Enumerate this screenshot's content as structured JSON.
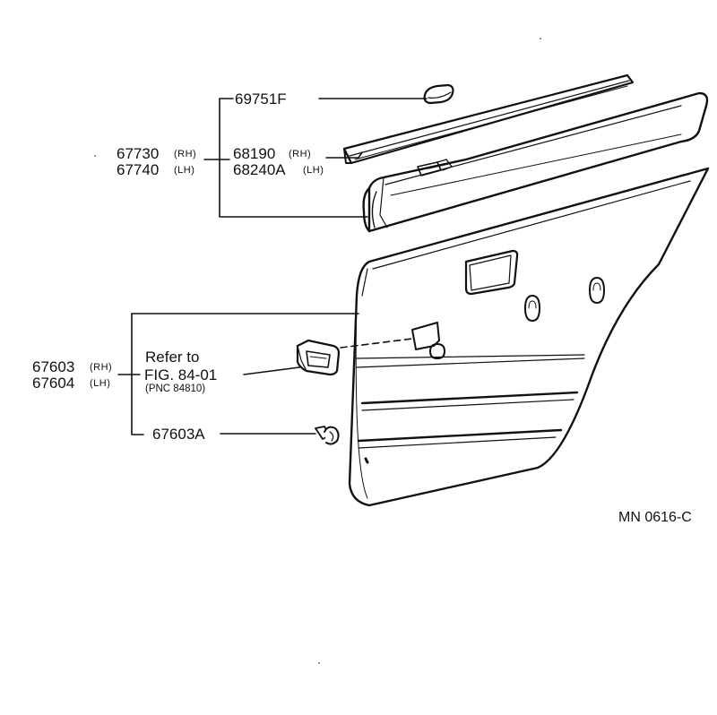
{
  "labels": {
    "p69751F": "69751F",
    "p67730": "67730",
    "p67740": "67740",
    "p68190": "68190",
    "p68240A": "68240A",
    "rh": "(RH)",
    "lh": "(LH)",
    "p67603": "67603",
    "p67604": "67604",
    "refer_to": "Refer to",
    "fig_ref": "FIG. 84-01",
    "pnc_ref": "(PNC 84810)",
    "p67603A": "67603A",
    "diagram_code": "MN 0616-C"
  },
  "colors": {
    "line": "#111111",
    "background": "#ffffff"
  }
}
